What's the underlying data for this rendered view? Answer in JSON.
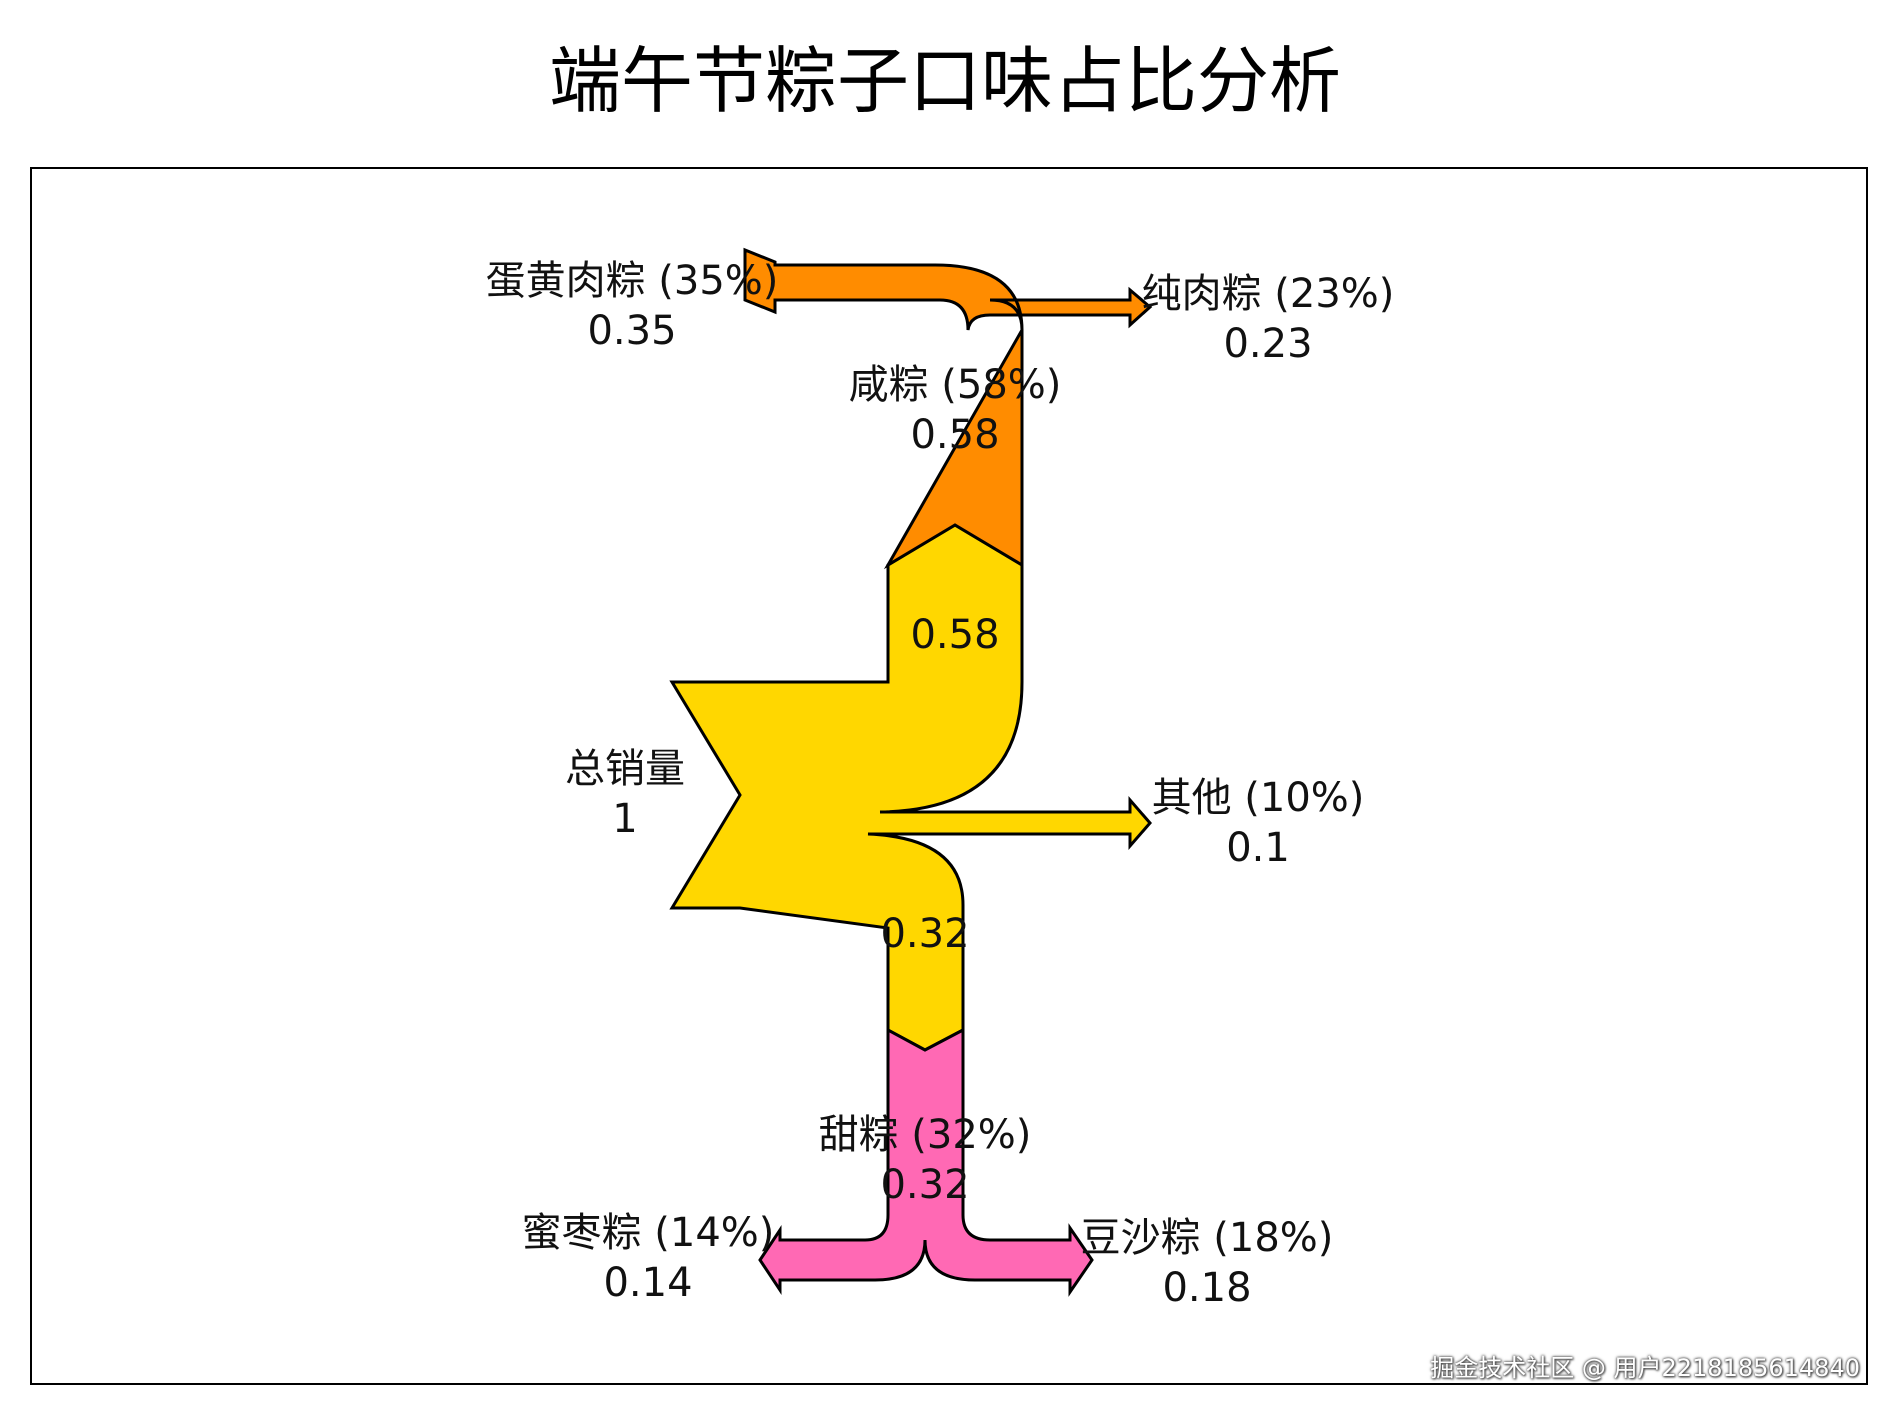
{
  "title": "端午节粽子口味占比分析",
  "watermark": "掘金技术社区 @ 用户2218185614840",
  "colors": {
    "total": "#FFD700",
    "salty": "#FF8C00",
    "sweet": "#FF69B4",
    "stroke": "#000000"
  },
  "chart_data": {
    "type": "sankey",
    "nodes": [
      {
        "id": "total",
        "label": "总销量",
        "value_label": "1"
      },
      {
        "id": "salty",
        "label": "咸粽 (58%)",
        "value_label": "0.58"
      },
      {
        "id": "sweet",
        "label": "甜粽 (32%)",
        "value_label": "0.32"
      },
      {
        "id": "other",
        "label": "其他 (10%)",
        "value_label": "0.1"
      },
      {
        "id": "egg_meat",
        "label": "蛋黄肉粽 (35%)",
        "value_label": "0.35"
      },
      {
        "id": "pure_meat",
        "label": "纯肉粽 (23%)",
        "value_label": "0.23"
      },
      {
        "id": "date",
        "label": "蜜枣粽 (14%)",
        "value_label": "0.14"
      },
      {
        "id": "bean",
        "label": "豆沙粽 (18%)",
        "value_label": "0.18"
      }
    ],
    "flows": [
      {
        "from": "total",
        "to": "salty",
        "value": 0.58,
        "label": "0.58"
      },
      {
        "from": "total",
        "to": "other",
        "value": 0.1
      },
      {
        "from": "total",
        "to": "sweet",
        "value": 0.32,
        "label": "0.32"
      },
      {
        "from": "salty",
        "to": "egg_meat",
        "value": 0.35
      },
      {
        "from": "salty",
        "to": "pure_meat",
        "value": 0.23
      },
      {
        "from": "sweet",
        "to": "date",
        "value": 0.14
      },
      {
        "from": "sweet",
        "to": "bean",
        "value": 0.18
      }
    ]
  }
}
